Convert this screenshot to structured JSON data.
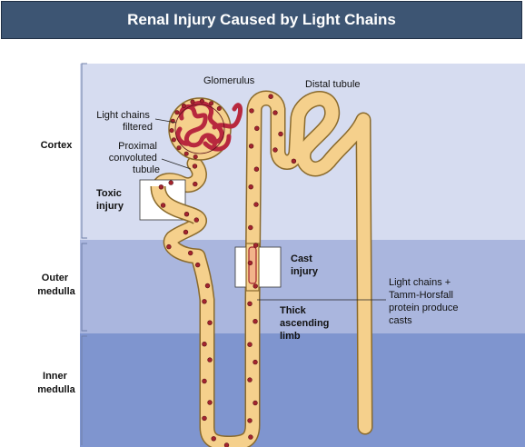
{
  "title": "Renal Injury Caused by Light Chains",
  "regions": {
    "cortex": "Cortex",
    "outer_medulla": [
      "Outer",
      "medulla"
    ],
    "inner_medulla": [
      "Inner",
      "medulla"
    ]
  },
  "labels": {
    "glomerulus": "Glomerulus",
    "distal_tubule": "Distal tubule",
    "light_chains_filtered": [
      "Light chains",
      "filtered"
    ],
    "proximal_tubule": [
      "Proximal",
      "convoluted",
      "tubule"
    ],
    "toxic_injury": [
      "Toxic",
      "injury"
    ],
    "cast_injury": [
      "Cast",
      "injury"
    ],
    "thick_ascending_limb": [
      "Thick",
      "ascending",
      "limb"
    ],
    "casts_note": [
      "Light chains +",
      "Tamm-Horsfall",
      "protein produce",
      "casts"
    ]
  },
  "colors": {
    "title_bg": "#3d5573",
    "cortex_bg": "#d6dcf0",
    "outer_medulla_bg": "#aab6de",
    "inner_medulla_bg": "#7f95cf",
    "tubule_fill": "#f5d08c",
    "tubule_edge": "#8a6a2c",
    "glomerulus": "#b8283e",
    "particle": "#a4242e"
  }
}
